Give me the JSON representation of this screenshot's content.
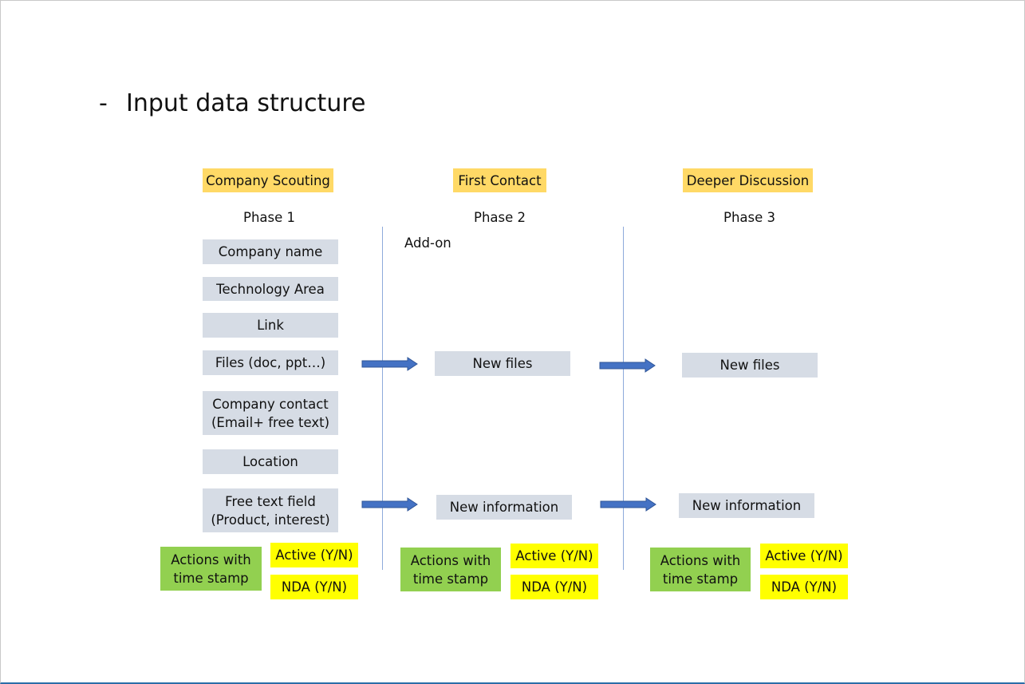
{
  "title": "Input data structure",
  "columns": [
    {
      "stage": "Company Scouting",
      "phase": "Phase 1"
    },
    {
      "stage": "First Contact",
      "phase": "Phase 2"
    },
    {
      "stage": "Deeper Discussion",
      "phase": "Phase 3"
    }
  ],
  "addon_label": "Add-on",
  "phase1_fields": {
    "company_name": "Company name",
    "technology_area": "Technology Area",
    "link": "Link",
    "files": "Files (doc, ppt…)",
    "company_contact_1": "Company contact",
    "company_contact_2": "(Email+ free text)",
    "location": "Location",
    "free_text_1": "Free text field",
    "free_text_2": "(Product, interest)"
  },
  "phase2_fields": {
    "new_files": "New files",
    "new_information": "New information"
  },
  "phase3_fields": {
    "new_files": "New files",
    "new_information": "New information"
  },
  "actions": {
    "line1": "Actions with",
    "line2": "time stamp"
  },
  "active_label": "Active (Y/N)",
  "nda_label": "NDA (Y/N)",
  "colors": {
    "stage_header": "#ffd966",
    "field_box": "#d6dce5",
    "actions_box": "#92d050",
    "flag_box": "#ffff00",
    "arrow": "#4472c4",
    "divider": "#8eaadb"
  }
}
